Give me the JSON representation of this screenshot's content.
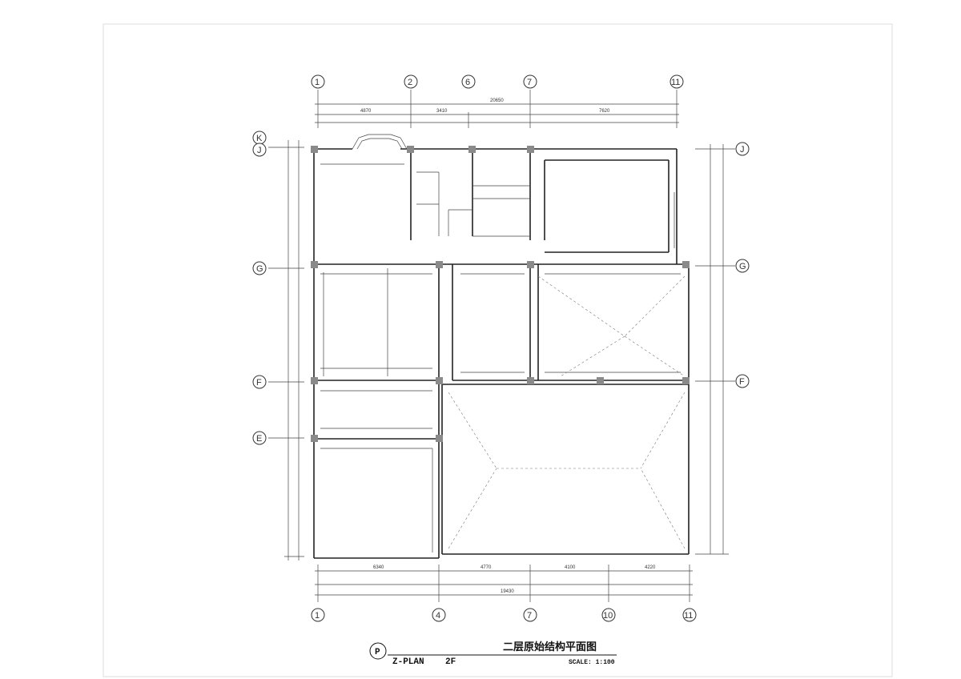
{
  "axes": {
    "top": [
      "1",
      "2",
      "6",
      "7",
      "11"
    ],
    "bottom": [
      "1",
      "4",
      "7",
      "10",
      "11"
    ],
    "left": [
      "K",
      "J",
      "G",
      "F",
      "E"
    ],
    "right": [
      "J",
      "G",
      "F"
    ]
  },
  "title_block": {
    "symbol": "P",
    "plan_code": "Z-PLAN",
    "floor": "2F",
    "title": "二层原始结构平面图",
    "scale": "SCALE: 1:100"
  }
}
